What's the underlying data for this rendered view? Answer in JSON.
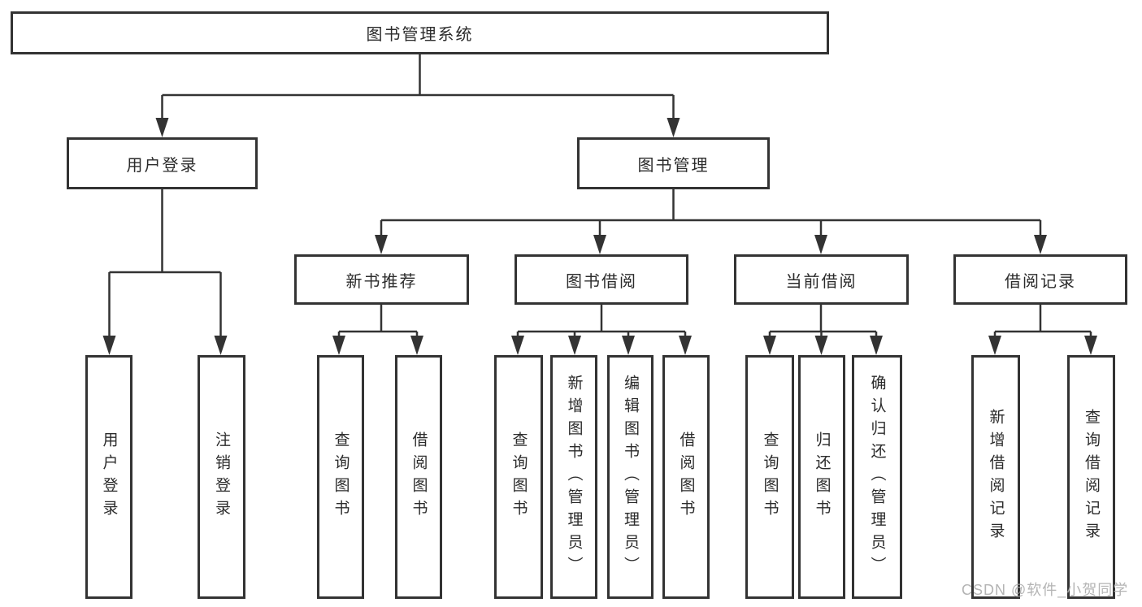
{
  "tree": {
    "root": {
      "label": "图书管理系统"
    },
    "branches": [
      {
        "label": "用户登录",
        "children": [
          {
            "label": "用户登录"
          },
          {
            "label": "注销登录"
          }
        ]
      },
      {
        "label": "图书管理",
        "children": [
          {
            "label": "新书推荐",
            "children": [
              {
                "label": "查询图书"
              },
              {
                "label": "借阅图书"
              }
            ]
          },
          {
            "label": "图书借阅",
            "children": [
              {
                "label": "查询图书"
              },
              {
                "label": "新增图书（管理员）"
              },
              {
                "label": "编辑图书（管理员）"
              },
              {
                "label": "借阅图书"
              }
            ]
          },
          {
            "label": "当前借阅",
            "children": [
              {
                "label": "查询图书"
              },
              {
                "label": "归还图书"
              },
              {
                "label": "确认归还（管理员）"
              }
            ]
          },
          {
            "label": "借阅记录",
            "children": [
              {
                "label": "新增借阅记录"
              },
              {
                "label": "查询借阅记录"
              }
            ]
          }
        ]
      }
    ]
  },
  "watermark": {
    "text": "CSDN @软件_小贺同学"
  },
  "colors": {
    "line": "#333333",
    "box_border": "#333333",
    "text": "#2b2b2b",
    "background": "#ffffff",
    "watermark": "#acacac"
  }
}
